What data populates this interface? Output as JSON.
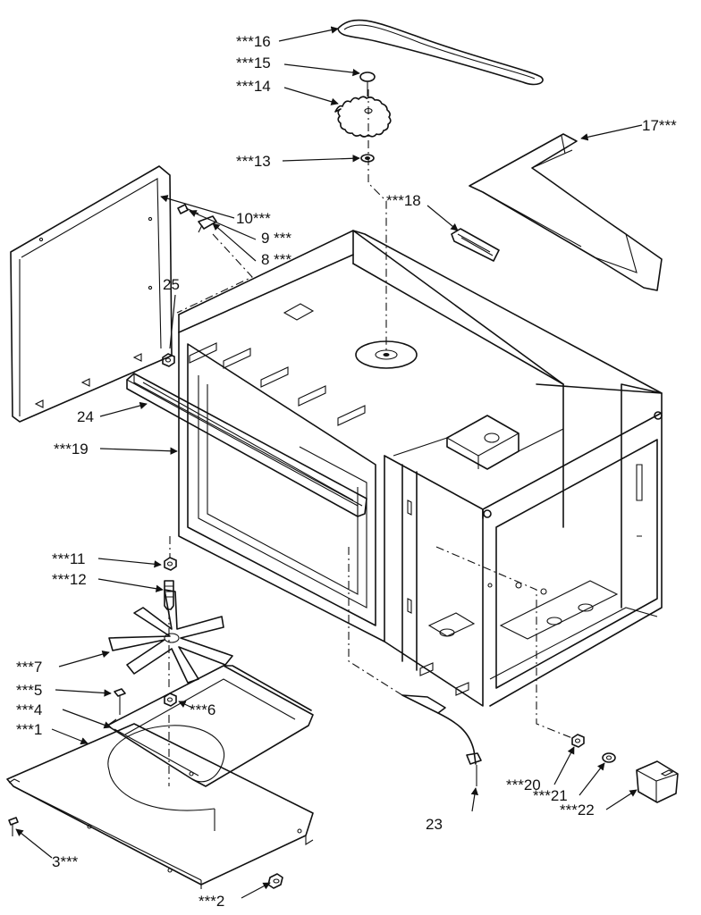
{
  "callouts": {
    "c1": "***1",
    "c2": "***2",
    "c3": "3***",
    "c4": "***4",
    "c5": "***5",
    "c6": "***6",
    "c7": "***7",
    "c8": "8 ***",
    "c9": "9 ***",
    "c10": "10***",
    "c11": "***11",
    "c12": "***12",
    "c13": "***13",
    "c14": "***14",
    "c15": "***15",
    "c16": "***16",
    "c17": "17***",
    "c18": "***18",
    "c19": "***19",
    "c20": "***20",
    "c21": "***21",
    "c22": "***22",
    "c23": "23",
    "c24": "24",
    "c25": "25"
  }
}
